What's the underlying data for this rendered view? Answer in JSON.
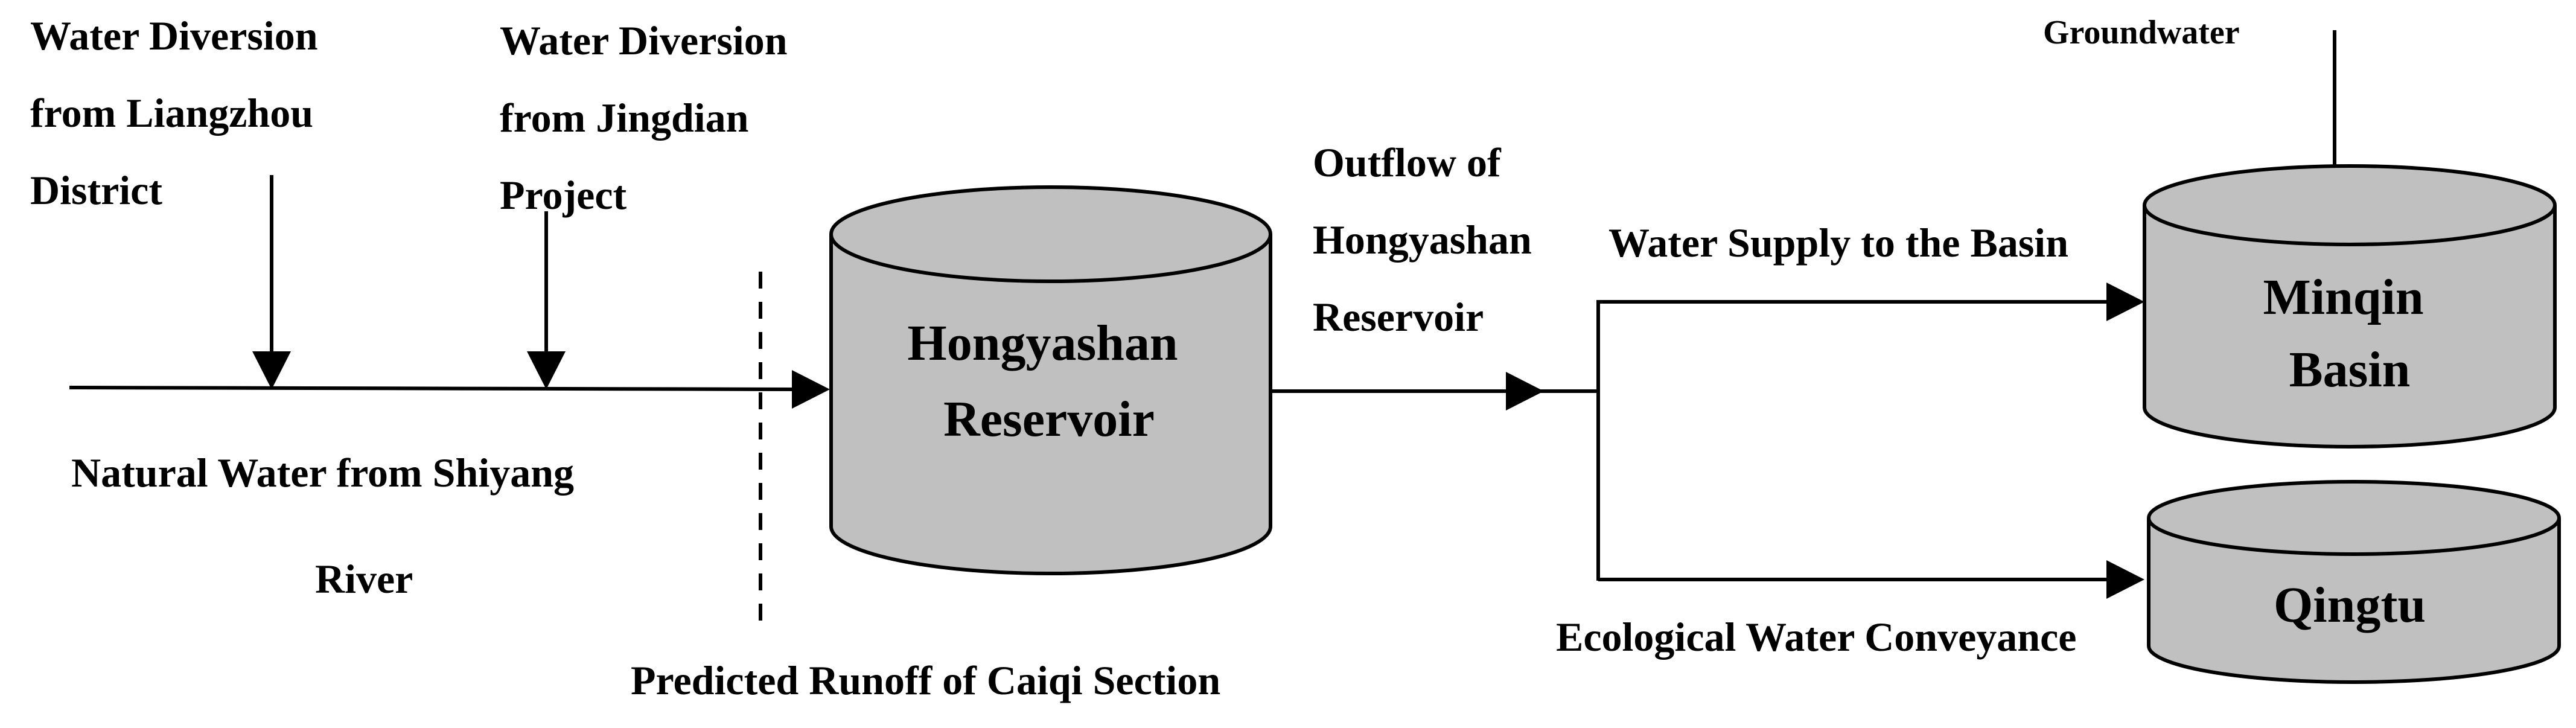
{
  "labels": {
    "diversion_liangzhou": [
      "Water Diversion",
      "from Liangzhou",
      "District"
    ],
    "diversion_jingdian": [
      "Water Diversion",
      "from Jingdian",
      "Project"
    ],
    "natural_water": [
      "Natural Water from Shiyang",
      "River"
    ],
    "predicted_runoff": "Predicted Runoff of Caiqi Section",
    "outflow": [
      "Outflow of",
      "Hongyashan",
      "Reservoir"
    ],
    "water_supply": "Water Supply to the Basin",
    "ecological": "Ecological Water Conveyance",
    "groundwater": "Groundwater"
  },
  "nodes": {
    "hongyashan": [
      "Hongyashan",
      "Reservoir"
    ],
    "minqin": [
      "Minqin",
      "Basin"
    ],
    "qingtu": [
      "Qingtu"
    ]
  },
  "colors": {
    "cylinder_fill": "#c0c0c0",
    "stroke": "#000000",
    "background": "#ffffff"
  }
}
